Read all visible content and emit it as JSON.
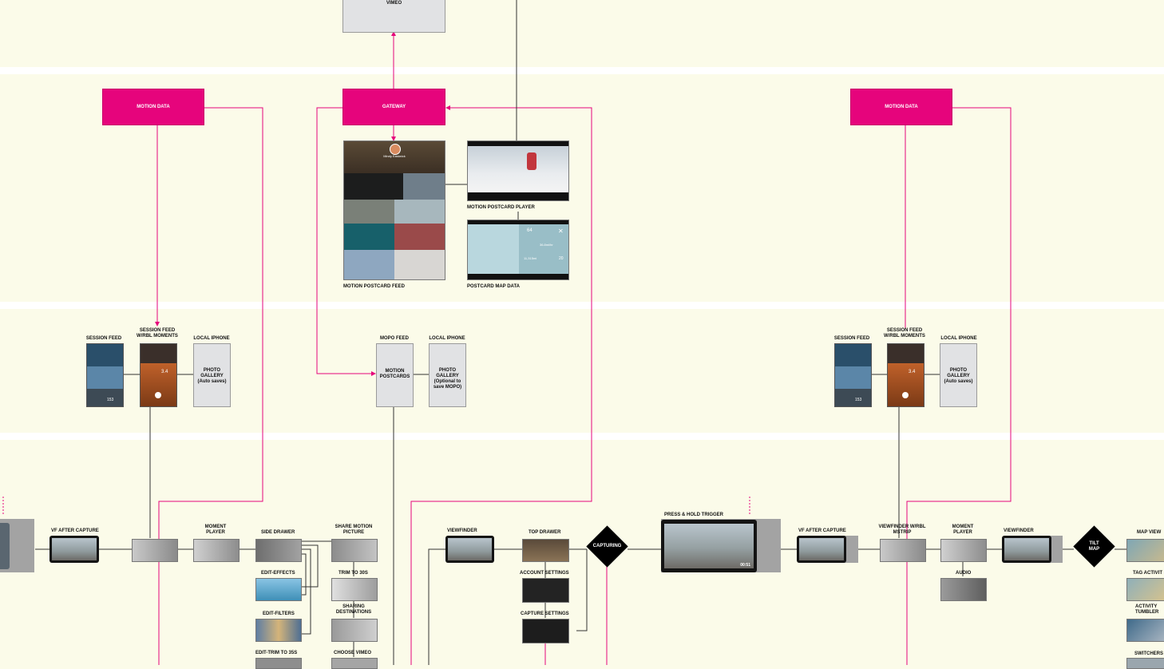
{
  "colors": {
    "background": "#fbfbe9",
    "accent": "#e6047c",
    "box": "#e1e2e4"
  },
  "top": {
    "vimeo": "VIMEO"
  },
  "pink": {
    "motion_data_left": "MOTION DATA",
    "gateway": "GATEWAY",
    "motion_data_right": "MOTION DATA"
  },
  "mopo": {
    "avatar_name": "Mindy Eastwick",
    "player_label": "MOTION POSTCARD PLAYER",
    "feed_label": "MOTION POSTCARD FEED",
    "map_label": "POSTCARD MAP DATA",
    "map_stat_1": "64",
    "map_stat_2": "36.8mi/hr",
    "map_stat_3": "11,315mi",
    "map_stat_4": "20"
  },
  "left_group": {
    "session_feed": "SESSION FEED",
    "session_feed_rbl": "SESSION FEED W/RBL MOMENTS",
    "local_iphone": "LOCAL IPHONE",
    "photo_gallery": "PHOTO GALLERY (Auto saves)",
    "screen_value": "3.4",
    "screen_value_2": "153"
  },
  "mid_group": {
    "mopo_feed": "MOPO FEED",
    "motion_postcards": "MOTION POSTCARDS",
    "local_iphone": "LOCAL IPHONE",
    "photo_gallery": "PHOTO GALLERY (Optional to save MOPO)"
  },
  "right_group": {
    "session_feed": "SESSION FEED",
    "session_feed_rbl": "SESSION FEED W/RBL MOMENTS",
    "local_iphone": "LOCAL IPHONE",
    "photo_gallery": "PHOTO GALLERY (Auto saves)",
    "screen_value": "3.4",
    "screen_value_2": "153"
  },
  "bottom": {
    "vf_after_capture": "VF AFTER CAPTURE",
    "moment_player": "MOMENT PLAYER",
    "side_drawer": "SIDE DRAWER",
    "share_motion_picture": "SHARE MOTION PICTURE",
    "edit_effects": "EDIT-EFFECTS",
    "trim_to_30s": "TRIM TO 30S",
    "edit_filters": "EDIT-FILTERS",
    "sharing_destinations": "SHARING DESTINATIONS",
    "edit_trim": "EDIT-TRIM TO 35S",
    "choose_vimeo": "CHOOSE VIMEO",
    "viewfinder": "VIEWFINDER",
    "top_drawer": "TOP DRAWER",
    "account_settings": "ACCOUNT SETTINGS",
    "capture_settings": "CAPTURE SETTINGS",
    "capturing": "CAPTURING",
    "press_hold": "PRESS & HOLD TRIGGER",
    "timer": "00:51",
    "vf_after_capture_2": "VF AFTER CAPTURE",
    "viewfinder_mstrip": "VIEWFINDER W/RBL MSTRIP",
    "moment_player_2": "MOMENT PLAYER",
    "audio": "AUDIO",
    "viewfinder_2": "VIEWFINDER",
    "tilt_map": "TILT MAP",
    "map_view": "MAP VIEW",
    "tag_activity": "TAG ACTIVIT",
    "activity_tumbler": "ACTIVITY TUMBLER",
    "switchers": "SWITCHERS"
  }
}
